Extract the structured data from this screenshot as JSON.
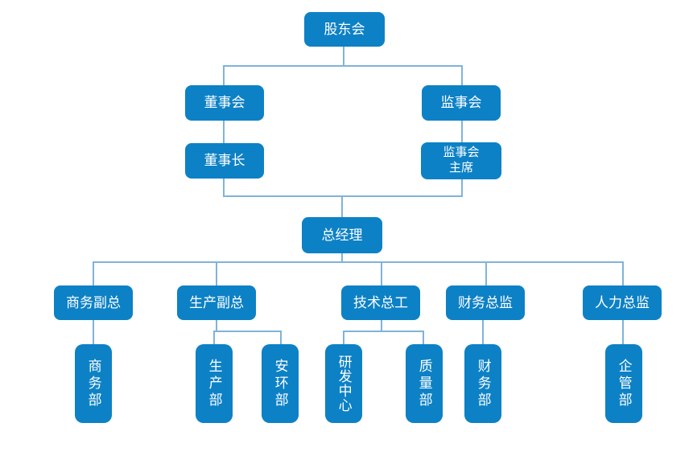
{
  "diagram": {
    "type": "org-chart",
    "background_color": "#ffffff",
    "node_fill_color": "#0d81c5",
    "node_text_color": "#ffffff",
    "connector_color": "#7fb3da",
    "nodes": {
      "shareholders": {
        "label": "股东会"
      },
      "board": {
        "label": "董事会"
      },
      "supervisory_board": {
        "label": "监事会"
      },
      "chairman": {
        "label": "董事长"
      },
      "supervisory_chairman": {
        "label": "监事会\n主席"
      },
      "general_manager": {
        "label": "总经理"
      },
      "vp_commerce": {
        "label": "商务副总"
      },
      "vp_production": {
        "label": "生产副总"
      },
      "chief_engineer": {
        "label": "技术总工"
      },
      "finance_director": {
        "label": "财务总监"
      },
      "hr_director": {
        "label": "人力总监"
      },
      "dept_commerce": {
        "label": "商务部"
      },
      "dept_production": {
        "label": "生产部"
      },
      "dept_safety_env": {
        "label": "安环部"
      },
      "rd_center": {
        "label": "研发中心"
      },
      "dept_quality": {
        "label": "质量部"
      },
      "dept_finance": {
        "label": "财务部"
      },
      "dept_enterprise_mgmt": {
        "label": "企管部"
      }
    },
    "edges": [
      {
        "from": "股东会",
        "to": "董事会"
      },
      {
        "from": "股东会",
        "to": "监事会"
      },
      {
        "from": "董事会",
        "to": "董事长"
      },
      {
        "from": "监事会",
        "to": "监事会主席"
      },
      {
        "from": "董事长",
        "to": "总经理"
      },
      {
        "from": "监事会主席",
        "to": "总经理"
      },
      {
        "from": "总经理",
        "to": "商务副总"
      },
      {
        "from": "总经理",
        "to": "生产副总"
      },
      {
        "from": "总经理",
        "to": "技术总工"
      },
      {
        "from": "总经理",
        "to": "财务总监"
      },
      {
        "from": "总经理",
        "to": "人力总监"
      },
      {
        "from": "商务副总",
        "to": "商务部"
      },
      {
        "from": "生产副总",
        "to": "生产部"
      },
      {
        "from": "生产副总",
        "to": "安环部"
      },
      {
        "from": "技术总工",
        "to": "研发中心"
      },
      {
        "from": "技术总工",
        "to": "质量部"
      },
      {
        "from": "财务总监",
        "to": "财务部"
      },
      {
        "from": "人力总监",
        "to": "企管部"
      }
    ]
  }
}
